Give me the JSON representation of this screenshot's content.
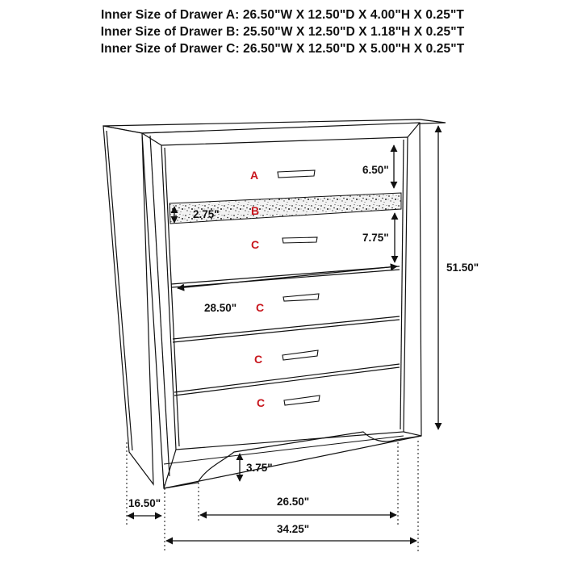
{
  "specs": [
    "Inner Size of Drawer A: 26.50\"W X 12.50\"D X 4.00\"H X 0.25\"T",
    "Inner Size of Drawer B: 25.50\"W X 12.50\"D X 1.18\"H X 0.25\"T",
    "Inner Size of Drawer C: 26.50\"W X 12.50\"D X 5.00\"H X 0.25\"T"
  ],
  "drawers": [
    {
      "label": "A"
    },
    {
      "label": "B"
    },
    {
      "label": "C"
    },
    {
      "label": "C"
    },
    {
      "label": "C"
    },
    {
      "label": "C"
    }
  ],
  "dimensions": {
    "drawer_a_height": "6.50\"",
    "drawer_b_height": "2.75\"",
    "drawer_c_height": "7.75\"",
    "drawer_width": "28.50\"",
    "overall_height": "51.50\"",
    "leg_height": "3.75\"",
    "depth": "16.50\"",
    "base_width": "26.50\"",
    "overall_width": "34.25\""
  },
  "colors": {
    "label_red": "#c8161d",
    "line": "#111111"
  }
}
